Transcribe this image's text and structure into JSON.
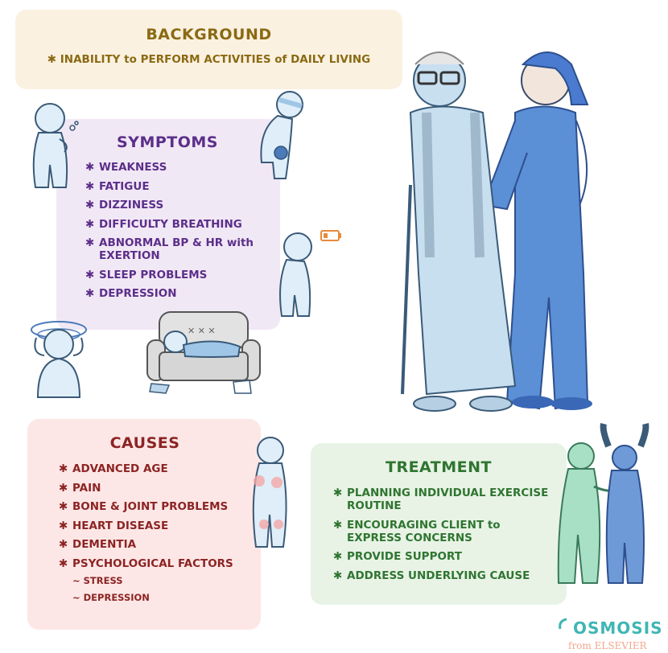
{
  "background": {
    "title": "BACKGROUND",
    "item": "✱ INABILITY to PERFORM ACTIVITIES of DAILY LIVING"
  },
  "symptoms": {
    "title": "SYMPTOMS",
    "items": [
      "WEAKNESS",
      "FATIGUE",
      "DIZZINESS",
      "DIFFICULTY BREATHING",
      "ABNORMAL BP & HR with EXERTION",
      "SLEEP PROBLEMS",
      "DEPRESSION"
    ]
  },
  "causes": {
    "title": "CAUSES",
    "items": [
      "ADVANCED AGE",
      "PAIN",
      "BONE & JOINT PROBLEMS",
      "HEART DISEASE",
      "DEMENTIA",
      "PSYCHOLOGICAL FACTORS"
    ],
    "sub_items": [
      "~ STRESS",
      "~ DEPRESSION"
    ]
  },
  "treatment": {
    "title": "TREATMENT",
    "items": [
      "PLANNING INDIVIDUAL EXERCISE ROUTINE",
      "ENCOURAGING CLIENT to EXPRESS CONCERNS",
      "PROVIDE SUPPORT",
      "ADDRESS UNDERLYING CAUSE"
    ]
  },
  "logo": {
    "name": "OSMOSIS",
    "sub": "from ELSEVIER"
  },
  "colors": {
    "background_panel": "#fbf1e1",
    "symptoms_panel": "#f1e8f5",
    "causes_panel": "#fde7e6",
    "treatment_panel": "#e8f3e6",
    "figure_blue": "#c8dff0",
    "nurse_blue": "#5b8fd6"
  }
}
